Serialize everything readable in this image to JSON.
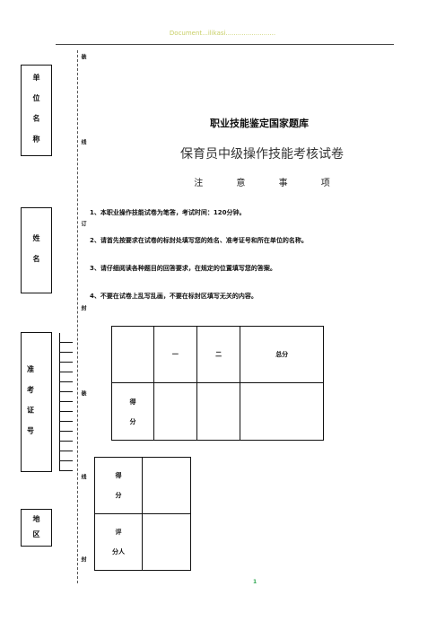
{
  "watermark": "Document...ilikasi.........................",
  "margin_marks": [
    "装",
    "线",
    "订",
    "封",
    "装",
    "线",
    "封"
  ],
  "side_labels": {
    "unit": "单 位 名 称",
    "name": "姓 名",
    "ticket": "准 考 证 号",
    "region": "地 区"
  },
  "header": {
    "institution": "职业技能鉴定国家题库",
    "exam_title": "保育员中级操作技能考核试卷",
    "notice_heading": "注 意 事 项"
  },
  "notes": [
    "1、本职业操作技能试卷为笔答，考试时间：120分钟。",
    "2、请首先按要求在试卷的标封处填写您的姓名、准考证号和所在单位的名称。",
    "3、请仔细阅读各种题目的回答要求，在规定的位置填写您的答案。",
    "4、不要在试卷上乱写乱画，不要在标封区填写无关的内容。"
  ],
  "score_table": {
    "headers": [
      "",
      "一",
      "二",
      "总分"
    ],
    "row_label_top": "得",
    "row_label_bottom": "分"
  },
  "grader_table": {
    "score_top": "得",
    "score_bottom": "分",
    "grader_top": "评",
    "grader_bottom": "分人"
  },
  "page_number": "1"
}
